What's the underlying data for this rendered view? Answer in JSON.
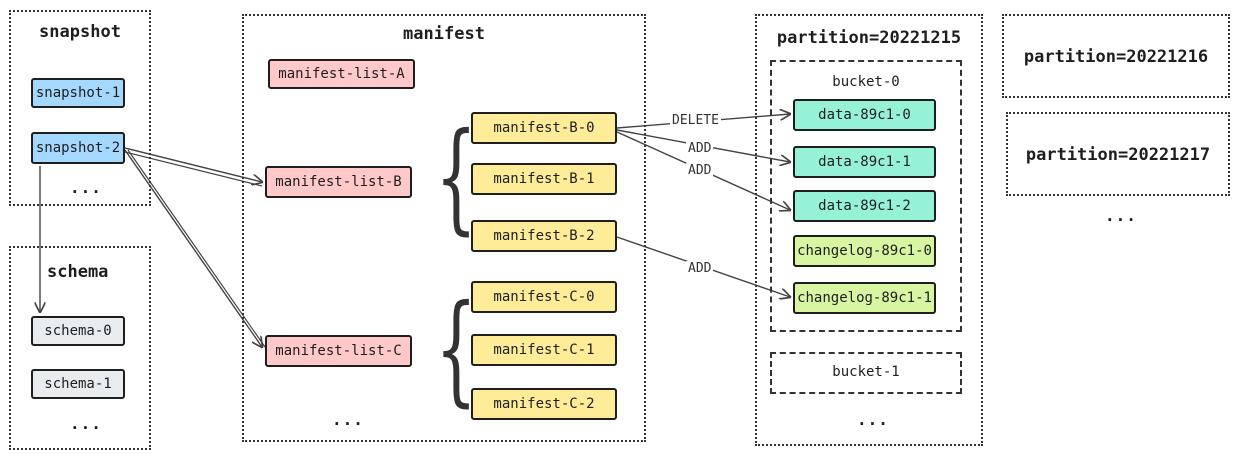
{
  "colors": {
    "snapshot": "#a5d8ff",
    "schema": "#e9ecef",
    "manifest_list": "#ffc9c9",
    "manifest": "#ffec99",
    "data": "#96f2d7",
    "changelog": "#d8f5a2",
    "stroke": "#1e1e1e"
  },
  "snapshot_group": {
    "title": "snapshot",
    "items": [
      "snapshot-1",
      "snapshot-2"
    ],
    "ellipsis": "..."
  },
  "schema_group": {
    "title": "schema",
    "items": [
      "schema-0",
      "schema-1"
    ],
    "ellipsis": "..."
  },
  "manifest_group": {
    "title": "manifest",
    "lists": [
      "manifest-list-A",
      "manifest-list-B",
      "manifest-list-C"
    ],
    "b_files": [
      "manifest-B-0",
      "manifest-B-1",
      "manifest-B-2"
    ],
    "c_files": [
      "manifest-C-0",
      "manifest-C-1",
      "manifest-C-2"
    ],
    "ellipsis": "..."
  },
  "partition_main": {
    "title": "partition=20221215",
    "bucket0": {
      "title": "bucket-0",
      "files": [
        "data-89c1-0",
        "data-89c1-1",
        "data-89c1-2",
        "changelog-89c1-0",
        "changelog-89c1-1"
      ]
    },
    "bucket1": {
      "title": "bucket-1"
    },
    "ellipsis": "..."
  },
  "other_partitions": [
    "partition=20221216",
    "partition=20221217"
  ],
  "other_partitions_ellipsis": "...",
  "edge_labels": {
    "delete": "DELETE",
    "add1": "ADD",
    "add2": "ADD",
    "add3": "ADD"
  }
}
